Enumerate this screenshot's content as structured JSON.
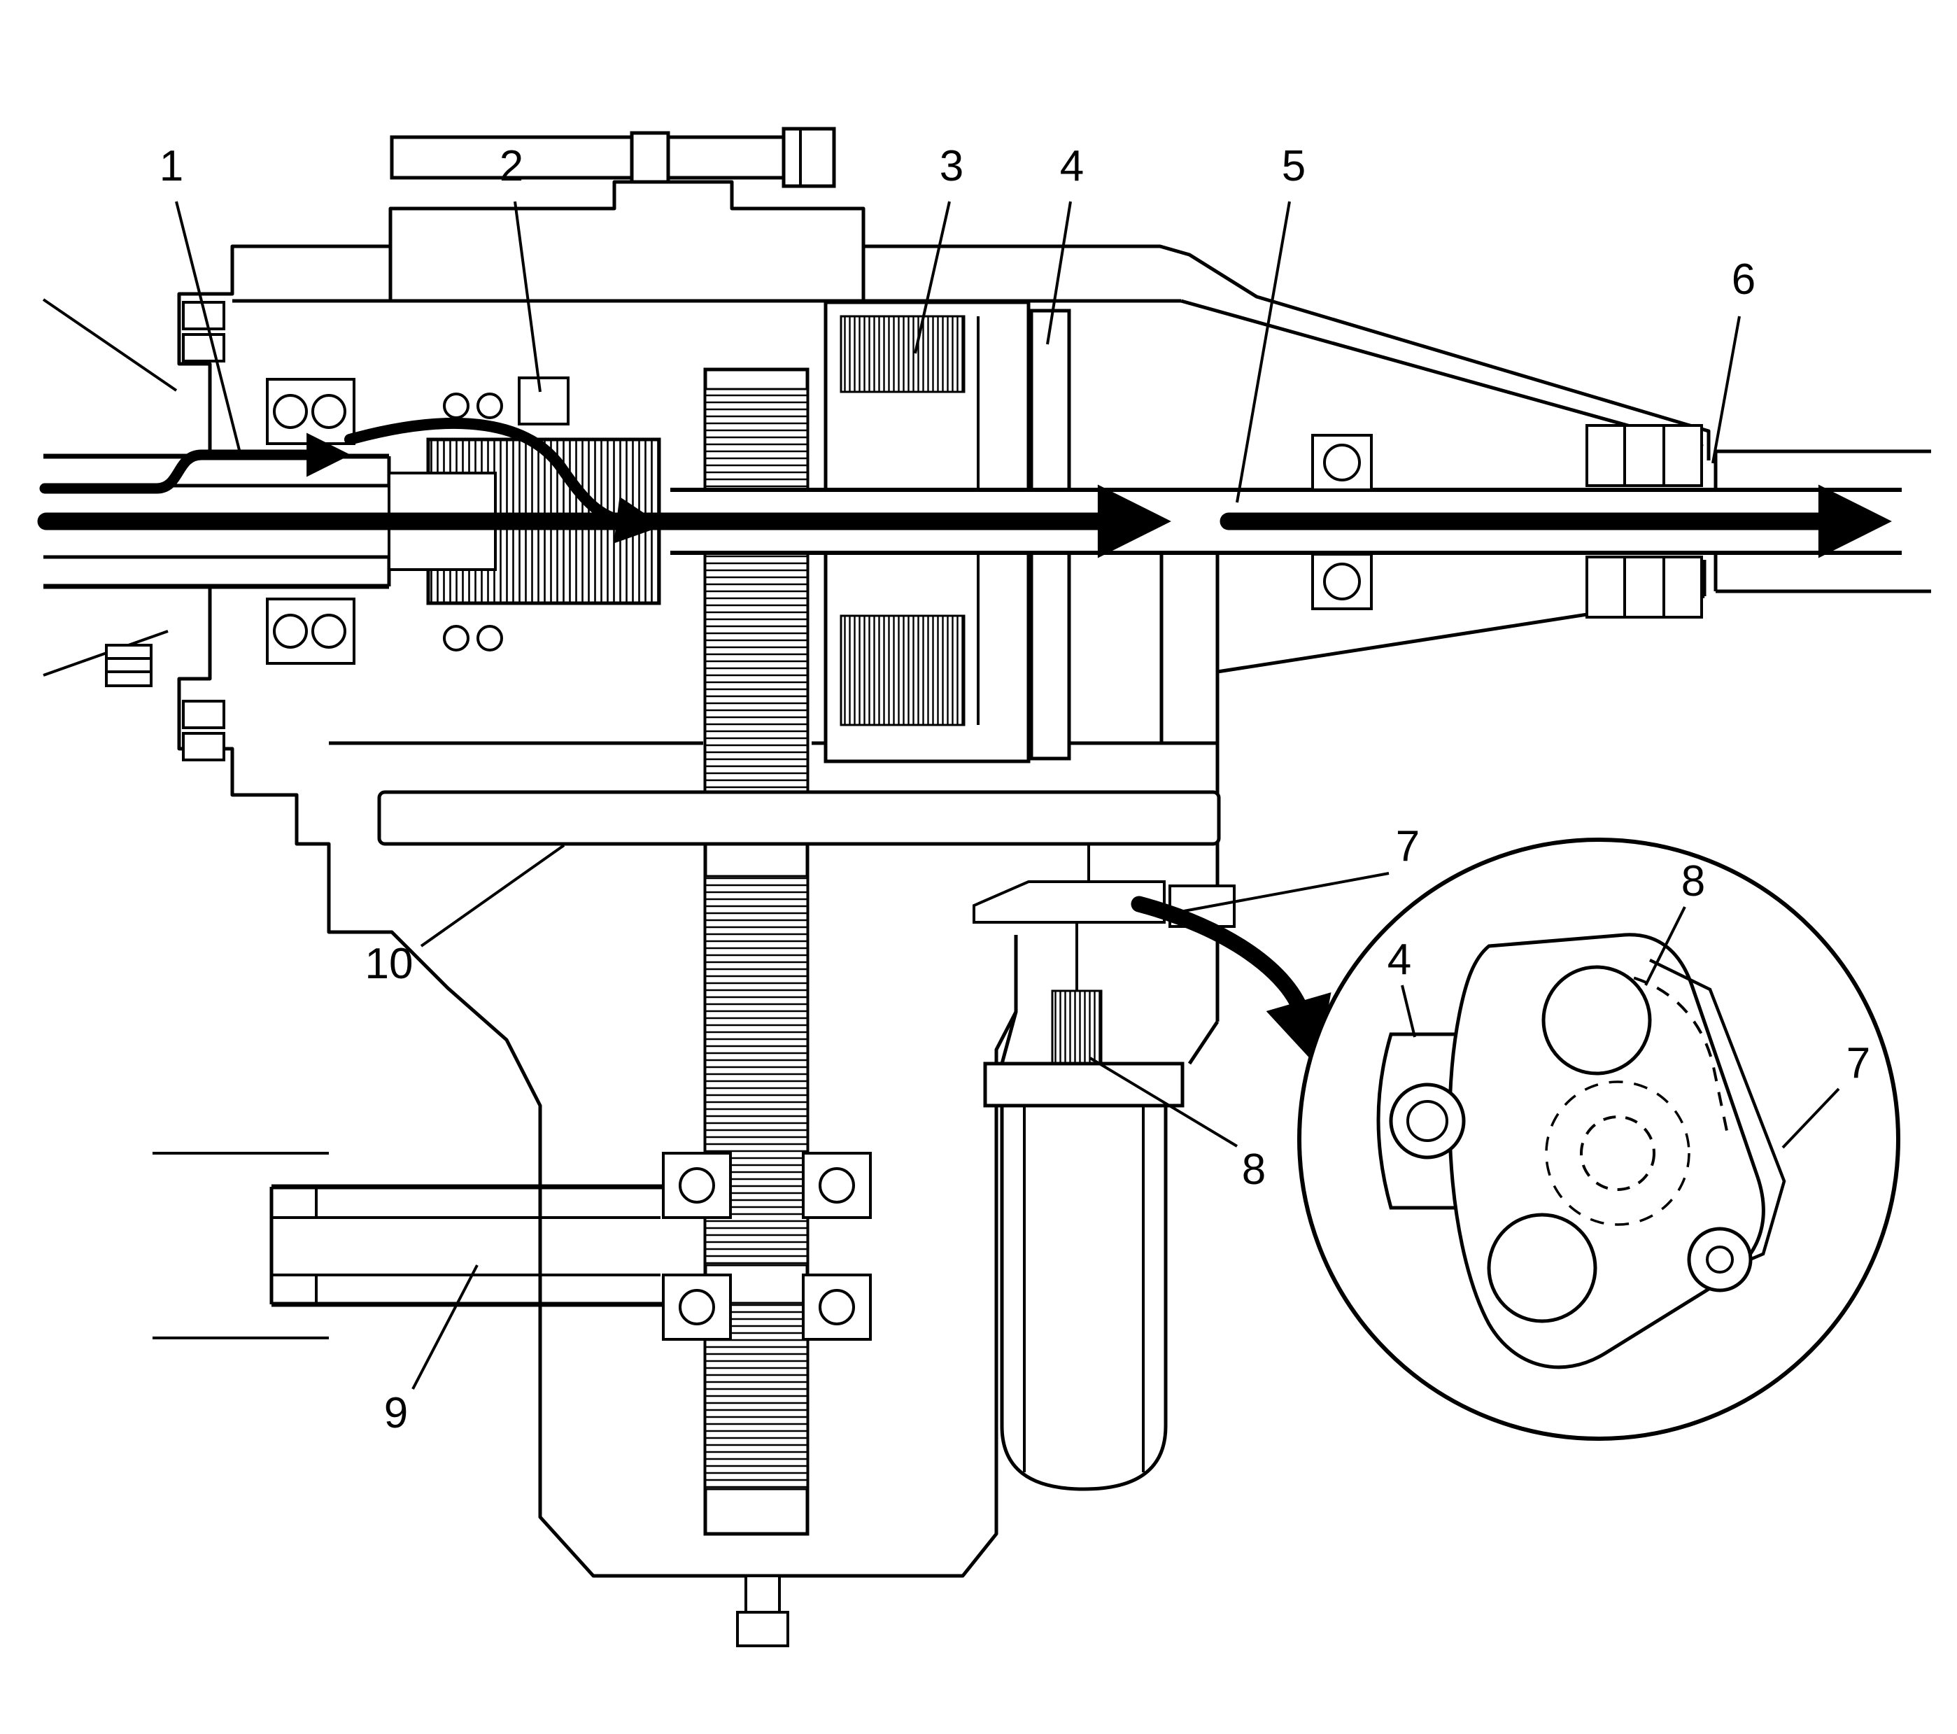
{
  "diagram": {
    "type": "technical-cross-section",
    "subject": "transfer-case-cutaway-with-power-flow-arrows-and-inset-detail",
    "background": "#ffffff",
    "line_color": "#000000",
    "callouts": {
      "main": [
        {
          "label": "1"
        },
        {
          "label": "2"
        },
        {
          "label": "3"
        },
        {
          "label": "4"
        },
        {
          "label": "5"
        },
        {
          "label": "6"
        },
        {
          "label": "7"
        },
        {
          "label": "8"
        },
        {
          "label": "9"
        },
        {
          "label": "10"
        }
      ],
      "inset": [
        {
          "label": "4"
        },
        {
          "label": "8"
        },
        {
          "label": "7"
        }
      ]
    }
  }
}
